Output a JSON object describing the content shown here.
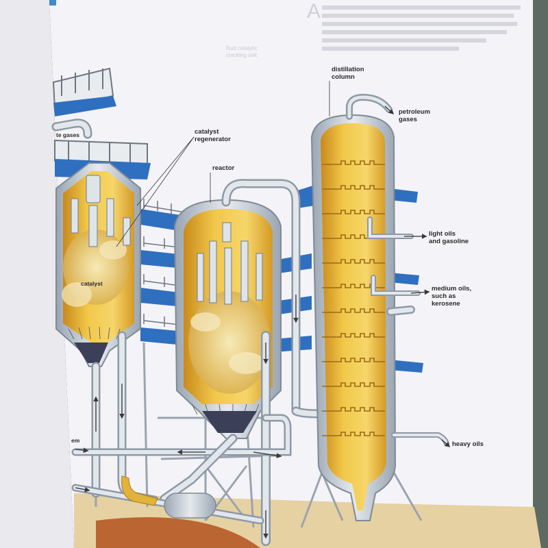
{
  "labels": {
    "distillation_column": "distillation\ncolumn",
    "petroleum_gases": "petroleum\ngases",
    "catalyst_regenerator": "catalyst\nregenerator",
    "reactor": "reactor",
    "light_oils": "light oils\nand gasoline",
    "medium_oils": "medium oils,\nsuch as\nkerosene",
    "heavy_oils": "heavy oils",
    "catalyst": "catalyst",
    "waste_gases_fragment": "te gases",
    "steam_fragment": "em"
  },
  "background_text": {
    "top_right_line1": "A",
    "faint_caption": "fluid catalytic\ncracking unit"
  },
  "colors": {
    "page": "#f4f3f7",
    "vessel_wall": "#c7ced6",
    "oil_fill": "#e8b93a",
    "catalyst_fill": "#d9b55a",
    "platform_blue": "#2f6fbf",
    "label_text": "#2a2a2a"
  }
}
